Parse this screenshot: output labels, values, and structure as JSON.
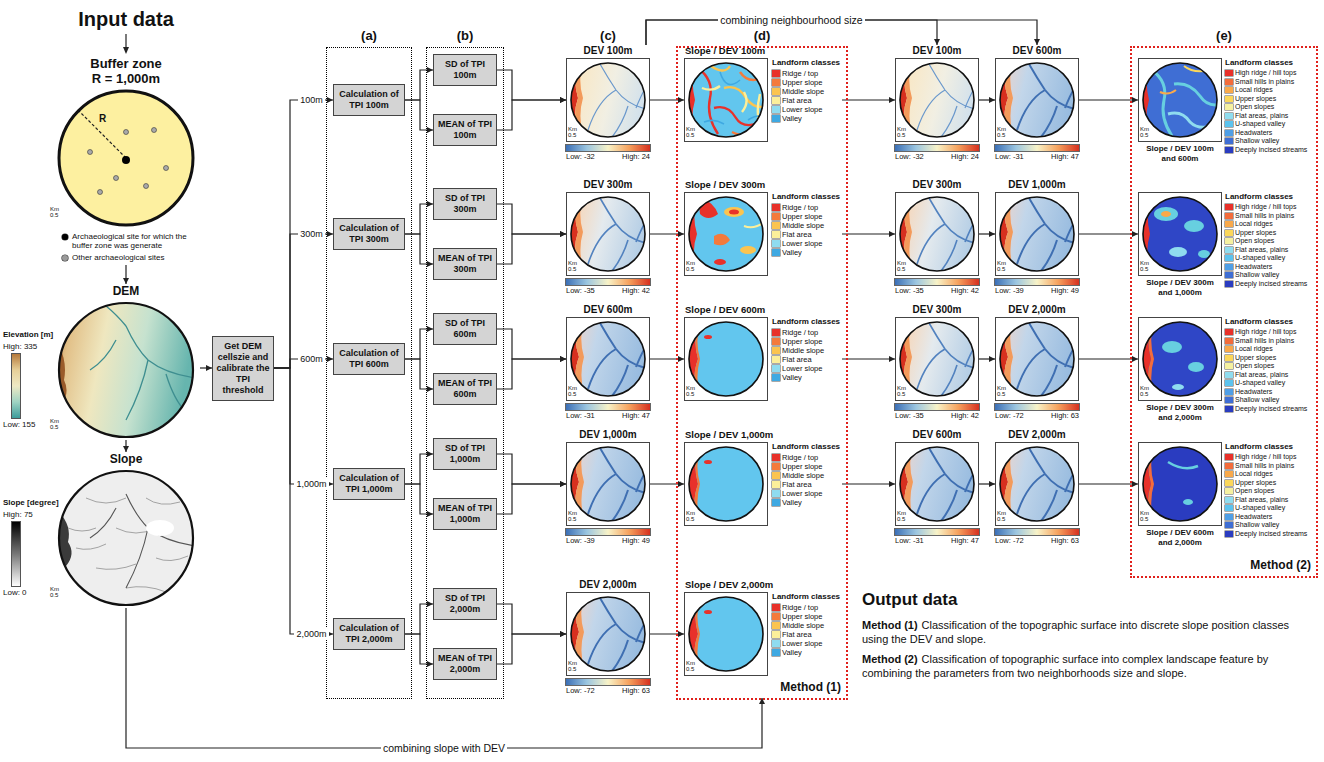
{
  "diagram": {
    "nodes": [
      {
        "text": [
          "Buffer zone R = 1,000m",
          "R",
          "Km 0.5"
        ]
      },
      {
        "text": [
          "DEM",
          "Elevation [m]",
          "High: 335",
          "Low: 155",
          "Km 0.5"
        ]
      },
      {
        "text": [
          "Slope",
          "Slope [degree]",
          "High: 75",
          "Low: 0",
          "Km 0.5"
        ]
      },
      {
        "text": [
          "Get DEM cellszie and calibrate the TPI threshold"
        ]
      },
      {
        "text": [
          "(a)"
        ]
      },
      {
        "text": [
          "Calculation of TPI 100m"
        ],
        "in": 4
      },
      {
        "text": [
          "Calculation of TPI 300m"
        ],
        "in": 4
      },
      {
        "text": [
          "Calculation of TPI 600m"
        ],
        "in": 4
      },
      {
        "text": [
          "Calculation of TPI 1,000m"
        ],
        "in": 4
      },
      {
        "text": [
          "Calculation of TPI 2,000m"
        ],
        "in": 4
      },
      {
        "text": [
          "(b)"
        ]
      },
      {
        "text": [
          "SD of TPI 100m"
        ],
        "in": 10
      },
      {
        "text": [
          "MEAN of TPI 100m"
        ],
        "in": 10
      },
      {
        "text": [
          "SD of TPI 300m"
        ],
        "in": 10
      },
      {
        "text": [
          "MEAN of TPI 300m"
        ],
        "in": 10
      },
      {
        "text": [
          "SD of TPI 600m"
        ],
        "in": 10
      },
      {
        "text": [
          "MEAN of TPI 600m"
        ],
        "in": 10
      },
      {
        "text": [
          "SD of TPI 1,000m"
        ],
        "in": 10
      },
      {
        "text": [
          "MEAN of TPI 1,000m"
        ],
        "in": 10
      },
      {
        "text": [
          "SD of TPI 2,000m"
        ],
        "in": 10
      },
      {
        "text": [
          "MEAN of TPI 2,000m"
        ],
        "in": 10
      },
      {
        "text": [
          "DEV 100m",
          "Km 0.5",
          "Low: -32",
          "High: 24"
        ]
      },
      {
        "text": [
          "DEV 300m",
          "Km 0.5",
          "Low: -35",
          "High: 42"
        ]
      },
      {
        "text": [
          "DEV 600m",
          "Km 0.5",
          "Low: -31",
          "High: 47"
        ]
      },
      {
        "text": [
          "DEV 1,000m",
          "Km 0.5",
          "Low: -39",
          "High: 49"
        ]
      },
      {
        "text": [
          "DEV 2,000m",
          "Km 0.5",
          "Low: -72",
          "High: 63"
        ]
      },
      {
        "text": [
          "(d)",
          "Method (1)"
        ]
      },
      {
        "text": [
          "Slope / DEV 100m",
          "Km 0.5"
        ],
        "in": 26
      },
      {
        "text": [
          "Slope / DEV 300m",
          "Km 0.5"
        ],
        "in": 26
      },
      {
        "text": [
          "Slope / DEV 600m",
          "Km 0.5"
        ],
        "in": 26
      },
      {
        "text": [
          "Slope / DEV 1,000m",
          "Km 0.5"
        ],
        "in": 26
      },
      {
        "text": [
          "Slope / DEV 2,000m",
          "Km 0.5"
        ],
        "in": 26
      },
      {
        "text": [
          "DEV 100m",
          "Km 0.5",
          "Low: -32",
          "High: 24"
        ]
      },
      {
        "text": [
          "DEV 600m",
          "Km 0.5",
          "Low: -31",
          "High: 47"
        ]
      },
      {
        "text": [
          "DEV 300m",
          "Km 0.5",
          "Low: -35",
          "High: 42"
        ]
      },
      {
        "text": [
          "DEV 1,000m",
          "Km 0.5",
          "Low: -39",
          "High: 49"
        ]
      },
      {
        "text": [
          "DEV 300m",
          "Km 0.5",
          "Low: -35",
          "High: 42"
        ]
      },
      {
        "text": [
          "DEV 2,000m",
          "Km 0.5",
          "Low: -72",
          "High: 63"
        ]
      },
      {
        "text": [
          "DEV 600m",
          "Km 0.5",
          "Low: -31",
          "High: 47"
        ]
      },
      {
        "text": [
          "DEV 2,000m",
          "Km 0.5",
          "Low: -72",
          "High: 63"
        ]
      },
      {
        "text": [
          "(e)",
          "Method (2)"
        ]
      },
      {
        "text": [
          "Slope / DEV 100m and 600m",
          "Km 0.5"
        ],
        "in": 40
      },
      {
        "text": [
          "Slope / DEV 300m and 1,000m",
          "Km 0.5"
        ],
        "in": 40
      },
      {
        "text": [
          "Slope / DEV 300m and 2,000m",
          "Km 0.5"
        ],
        "in": 40
      },
      {
        "text": [
          "Slope / DEV 600m and 2,000m",
          "Km 0.5"
        ],
        "in": 40
      }
    ],
    "edges": [
      {
        "from": 0,
        "to": 1,
        "arrow": "to"
      },
      {
        "from": 1,
        "to": 2,
        "arrow": "to"
      },
      {
        "from": 1,
        "to": 3,
        "arrow": "to"
      },
      {
        "from": 3,
        "to": 5,
        "arrow": "to",
        "label": "100m"
      },
      {
        "from": 3,
        "to": 6,
        "arrow": "to",
        "label": "300m"
      },
      {
        "from": 3,
        "to": 7,
        "arrow": "to",
        "label": "600m"
      },
      {
        "from": 3,
        "to": 8,
        "arrow": "to",
        "label": "1,000m"
      },
      {
        "from": 3,
        "to": 9,
        "arrow": "to",
        "label": "2,000m"
      },
      {
        "from": 5,
        "to": 11,
        "arrow": "to"
      },
      {
        "from": 5,
        "to": 12,
        "arrow": "to"
      },
      {
        "from": 11,
        "to": 21,
        "arrow": "to"
      },
      {
        "from": 12,
        "to": 21,
        "arrow": "to"
      },
      {
        "from": 6,
        "to": 13,
        "arrow": "to"
      },
      {
        "from": 6,
        "to": 14,
        "arrow": "to"
      },
      {
        "from": 13,
        "to": 22,
        "arrow": "to"
      },
      {
        "from": 14,
        "to": 22,
        "arrow": "to"
      },
      {
        "from": 7,
        "to": 15,
        "arrow": "to"
      },
      {
        "from": 7,
        "to": 16,
        "arrow": "to"
      },
      {
        "from": 15,
        "to": 23,
        "arrow": "to"
      },
      {
        "from": 16,
        "to": 23,
        "arrow": "to"
      },
      {
        "from": 8,
        "to": 17,
        "arrow": "to"
      },
      {
        "from": 8,
        "to": 18,
        "arrow": "to"
      },
      {
        "from": 17,
        "to": 24,
        "arrow": "to"
      },
      {
        "from": 18,
        "to": 24,
        "arrow": "to"
      },
      {
        "from": 9,
        "to": 19,
        "arrow": "to"
      },
      {
        "from": 9,
        "to": 20,
        "arrow": "to"
      },
      {
        "from": 19,
        "to": 25,
        "arrow": "to"
      },
      {
        "from": 20,
        "to": 25,
        "arrow": "to"
      },
      {
        "from": 21,
        "to": 27,
        "arrow": "to"
      },
      {
        "from": 22,
        "to": 28,
        "arrow": "to"
      },
      {
        "from": 23,
        "to": 29,
        "arrow": "to"
      },
      {
        "from": 24,
        "to": 30,
        "arrow": "to"
      },
      {
        "from": 25,
        "to": 31,
        "arrow": "to"
      },
      {
        "from": 27,
        "to": 32,
        "arrow": "to"
      },
      {
        "from": 28,
        "to": 34,
        "arrow": "to"
      },
      {
        "from": 29,
        "to": 36,
        "arrow": "to"
      },
      {
        "from": 30,
        "to": 38,
        "arrow": "to"
      },
      {
        "from": 32,
        "to": 33,
        "arrow": "to"
      },
      {
        "from": 34,
        "to": 35,
        "arrow": "to"
      },
      {
        "from": 36,
        "to": 37,
        "arrow": "to"
      },
      {
        "from": 38,
        "to": 39,
        "arrow": "to"
      },
      {
        "from": 33,
        "to": 41,
        "arrow": "to"
      },
      {
        "from": 35,
        "to": 42,
        "arrow": "to"
      },
      {
        "from": 37,
        "to": 43,
        "arrow": "to"
      },
      {
        "from": 39,
        "to": 44,
        "arrow": "to"
      },
      {
        "from": 21,
        "to": 32,
        "arrow": "to",
        "label": "combining neighbourhood size"
      },
      {
        "from": 21,
        "to": 33,
        "arrow": "to"
      },
      {
        "from": 2,
        "to": 26,
        "arrow": "to",
        "label": "combining slope with DEV"
      }
    ],
    "labels": [
      "Input data",
      "(c)",
      "Landform classes",
      "Landform classes",
      "Landform classes",
      "Landform classes",
      "Landform classes",
      "Landform classes",
      "Landform classes",
      "Landform classes",
      "Landform classes",
      "Output data",
      "Method (1)",
      "Classification of the topographic surface into discrete slope position classes using the DEV and slope.",
      "Method (2)",
      "Classification of topographic surface into complex landscape feature by combining the parameters from two neighborhoods size and slope."
    ],
    "legend": [
      {
        "text": "Archaeological site for which the buffer zone was generate",
        "color": "#000000"
      },
      {
        "text": "Other archaeological sites",
        "color": "#9a9a9a"
      },
      {
        "text": "Ridge / top",
        "color": "#e8312a"
      },
      {
        "text": "Upper slope",
        "color": "#f47a3c"
      },
      {
        "text": "Middle slope",
        "color": "#fbc44f"
      },
      {
        "text": "Flat area",
        "color": "#fcef9a"
      },
      {
        "text": "Lower slope",
        "color": "#8fdcf0"
      },
      {
        "text": "Valley",
        "color": "#3fa9e2"
      },
      {
        "text": "Ridge / top",
        "color": "#e8312a"
      },
      {
        "text": "Upper slope",
        "color": "#f47a3c"
      },
      {
        "text": "Middle slope",
        "color": "#fbc44f"
      },
      {
        "text": "Flat area",
        "color": "#fcef9a"
      },
      {
        "text": "Lower slope",
        "color": "#8fdcf0"
      },
      {
        "text": "Valley",
        "color": "#3fa9e2"
      },
      {
        "text": "Ridge / top",
        "color": "#e8312a"
      },
      {
        "text": "Upper slope",
        "color": "#f47a3c"
      },
      {
        "text": "Middle slope",
        "color": "#fbc44f"
      },
      {
        "text": "Flat area",
        "color": "#fcef9a"
      },
      {
        "text": "Lower slope",
        "color": "#8fdcf0"
      },
      {
        "text": "Valley",
        "color": "#3fa9e2"
      },
      {
        "text": "Ridge / top",
        "color": "#e8312a"
      },
      {
        "text": "Upper slope",
        "color": "#f47a3c"
      },
      {
        "text": "Middle slope",
        "color": "#fbc44f"
      },
      {
        "text": "Flat area",
        "color": "#fcef9a"
      },
      {
        "text": "Lower slope",
        "color": "#8fdcf0"
      },
      {
        "text": "Valley",
        "color": "#3fa9e2"
      },
      {
        "text": "Ridge / top",
        "color": "#e8312a"
      },
      {
        "text": "Upper slope",
        "color": "#f47a3c"
      },
      {
        "text": "Middle slope",
        "color": "#fbc44f"
      },
      {
        "text": "Flat area",
        "color": "#fcef9a"
      },
      {
        "text": "Lower slope",
        "color": "#8fdcf0"
      },
      {
        "text": "Valley",
        "color": "#3fa9e2"
      },
      {
        "text": "High ridge / hill tops",
        "color": "#e8312a"
      },
      {
        "text": "Small hills in plains",
        "color": "#f36c3b"
      },
      {
        "text": "Local ridges",
        "color": "#f9a94b"
      },
      {
        "text": "Upper slopes",
        "color": "#fbd75a"
      },
      {
        "text": "Open slopes",
        "color": "#f5f0a0"
      },
      {
        "text": "Flat areas, plains",
        "color": "#8fdcef"
      },
      {
        "text": "U-shaped valley",
        "color": "#5cc3ee"
      },
      {
        "text": "Headwaters",
        "color": "#4f9fe6"
      },
      {
        "text": "Shallow valley",
        "color": "#3f6ed4"
      },
      {
        "text": "Deeply incised streams",
        "color": "#2a3cc0"
      },
      {
        "text": "High ridge / hill tops",
        "color": "#e8312a"
      },
      {
        "text": "Small hills in plains",
        "color": "#f36c3b"
      },
      {
        "text": "Local ridges",
        "color": "#f9a94b"
      },
      {
        "text": "Upper slopes",
        "color": "#fbd75a"
      },
      {
        "text": "Open slopes",
        "color": "#f5f0a0"
      },
      {
        "text": "Flat areas, plains",
        "color": "#8fdcef"
      },
      {
        "text": "U-shaped valley",
        "color": "#5cc3ee"
      },
      {
        "text": "Headwaters",
        "color": "#4f9fe6"
      },
      {
        "text": "Shallow valley",
        "color": "#3f6ed4"
      },
      {
        "text": "Deeply incised streams",
        "color": "#2a3cc0"
      },
      {
        "text": "High ridge / hill tops",
        "color": "#e8312a"
      },
      {
        "text": "Small hills in plains",
        "color": "#f36c3b"
      },
      {
        "text": "Local ridges",
        "color": "#f9a94b"
      },
      {
        "text": "Upper slopes",
        "color": "#fbd75a"
      },
      {
        "text": "Open slopes",
        "color": "#f5f0a0"
      },
      {
        "text": "Flat areas, plains",
        "color": "#8fdcef"
      },
      {
        "text": "U-shaped valley",
        "color": "#5cc3ee"
      },
      {
        "text": "Headwaters",
        "color": "#4f9fe6"
      },
      {
        "text": "Shallow valley",
        "color": "#3f6ed4"
      },
      {
        "text": "Deeply incised streams",
        "color": "#2a3cc0"
      },
      {
        "text": "High ridge / hill tops",
        "color": "#e8312a"
      },
      {
        "text": "Small hills in plains",
        "color": "#f36c3b"
      },
      {
        "text": "Local ridges",
        "color": "#f9a94b"
      },
      {
        "text": "Upper slopes",
        "color": "#fbd75a"
      },
      {
        "text": "Open slopes",
        "color": "#f5f0a0"
      },
      {
        "text": "Flat areas, plains",
        "color": "#8fdcef"
      },
      {
        "text": "U-shaped valley",
        "color": "#5cc3ee"
      },
      {
        "text": "Headwaters",
        "color": "#4f9fe6"
      },
      {
        "text": "Shallow valley",
        "color": "#3f6ed4"
      },
      {
        "text": "Deeply incised streams",
        "color": "#2a3cc0"
      }
    ]
  }
}
